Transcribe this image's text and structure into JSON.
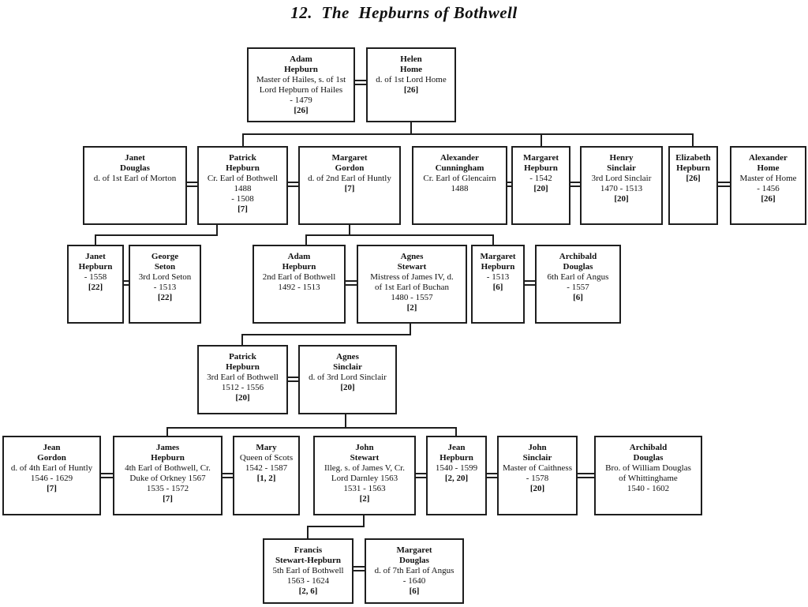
{
  "title": "12.  The  Hepburns of Bothwell",
  "persons": {
    "adam_hepburn_sr": {
      "name": "Adam\nHepburn",
      "details": "Master of Hailes, s. of 1st\nLord Hepburn of Hailes\n- 1479",
      "ref": "[26]"
    },
    "helen_home": {
      "name": "Helen\nHome",
      "details": "d. of 1st Lord Home",
      "ref": "[26]"
    },
    "janet_douglas": {
      "name": "Janet\nDouglas",
      "details": "d. of 1st Earl of Morton",
      "ref": ""
    },
    "patrick_hepburn_1st": {
      "name": "Patrick\nHepburn",
      "details": "Cr. Earl of Bothwell\n1488\n- 1508",
      "ref": "[7]"
    },
    "margaret_gordon": {
      "name": "Margaret\nGordon",
      "details": "d. of 2nd Earl of Huntly",
      "ref": "[7]"
    },
    "alexander_cunningham": {
      "name": "Alexander\nCunningham",
      "details": "Cr. Earl of Glencairn\n1488",
      "ref": ""
    },
    "margaret_hepburn_1542": {
      "name": "Margaret\nHepburn",
      "details": "- 1542",
      "ref": "[20]"
    },
    "henry_sinclair": {
      "name": "Henry\nSinclair",
      "details": "3rd Lord Sinclair\n1470 - 1513",
      "ref": "[20]"
    },
    "elizabeth_hepburn": {
      "name": "Elizabeth\nHepburn",
      "details": "",
      "ref": "[26]"
    },
    "alexander_home": {
      "name": "Alexander\nHome",
      "details": "Master of Home\n- 1456",
      "ref": "[26]"
    },
    "janet_hepburn": {
      "name": "Janet\nHepburn",
      "details": "- 1558",
      "ref": "[22]"
    },
    "george_seton": {
      "name": "George\nSeton",
      "details": "3rd Lord Seton\n- 1513",
      "ref": "[22]"
    },
    "adam_hepburn_2nd": {
      "name": "Adam\nHepburn",
      "details": "2nd Earl of Bothwell\n1492 - 1513",
      "ref": ""
    },
    "agnes_stewart": {
      "name": "Agnes\nStewart",
      "details": "Mistress of James IV, d.\nof 1st Earl of Buchan\n1480 - 1557",
      "ref": "[2]"
    },
    "margaret_hepburn_1513": {
      "name": "Margaret\nHepburn",
      "details": "- 1513",
      "ref": "[6]"
    },
    "archibald_douglas_angus": {
      "name": "Archibald\nDouglas",
      "details": "6th Earl of Angus\n- 1557",
      "ref": "[6]"
    },
    "patrick_hepburn_3rd": {
      "name": "Patrick\nHepburn",
      "details": "3rd Earl of Bothwell\n1512 - 1556",
      "ref": "[20]"
    },
    "agnes_sinclair": {
      "name": "Agnes\nSinclair",
      "details": "d. of 3rd Lord Sinclair",
      "ref": "[20]"
    },
    "jean_gordon": {
      "name": "Jean\nGordon",
      "details": "d. of 4th Earl of Huntly\n1546 - 1629",
      "ref": "[7]"
    },
    "james_hepburn": {
      "name": "James\nHepburn",
      "details": "4th Earl of Bothwell, Cr.\nDuke of Orkney 1567\n1535 - 1572",
      "ref": "[7]"
    },
    "mary_queen_of_scots": {
      "name": "Mary",
      "details": "Queen of Scots\n1542 - 1587",
      "ref": "[1, 2]"
    },
    "john_stewart": {
      "name": "John\nStewart",
      "details": "Illeg. s. of James V, Cr.\nLord Darnley 1563\n1531 - 1563",
      "ref": "[2]"
    },
    "jean_hepburn": {
      "name": "Jean\nHepburn",
      "details": "1540 - 1599",
      "ref": "[2, 20]"
    },
    "john_sinclair": {
      "name": "John\nSinclair",
      "details": "Master of Caithness\n- 1578",
      "ref": "[20]"
    },
    "archibald_douglas_whittinghame": {
      "name": "Archibald\nDouglas",
      "details": "Bro. of William Douglas\nof Whittinghame\n1540 - 1602",
      "ref": ""
    },
    "francis_stewart_hepburn": {
      "name": "Francis\nStewart-Hepburn",
      "details": "5th Earl of Bothwell\n1563 - 1624",
      "ref": "[2, 6]"
    },
    "margaret_douglas": {
      "name": "Margaret\nDouglas",
      "details": "d. of 7th Earl of Angus\n- 1640",
      "ref": "[6]"
    }
  }
}
